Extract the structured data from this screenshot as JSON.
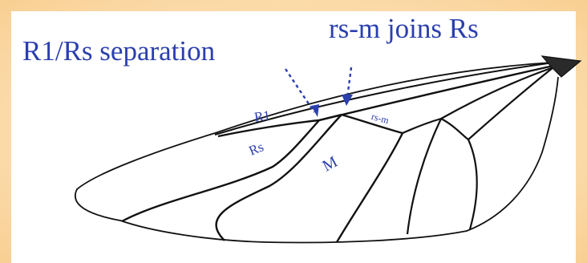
{
  "callouts": {
    "separation": "R1/Rs separation",
    "rsm_join": "rs-m joins Rs"
  },
  "vein_labels": {
    "r1": "R1",
    "rs": "Rs",
    "rsm": "rs-m",
    "m": "M"
  },
  "colors": {
    "annotation": "#2b3fae",
    "vein": "#111111",
    "background": "#fbd9a5"
  }
}
